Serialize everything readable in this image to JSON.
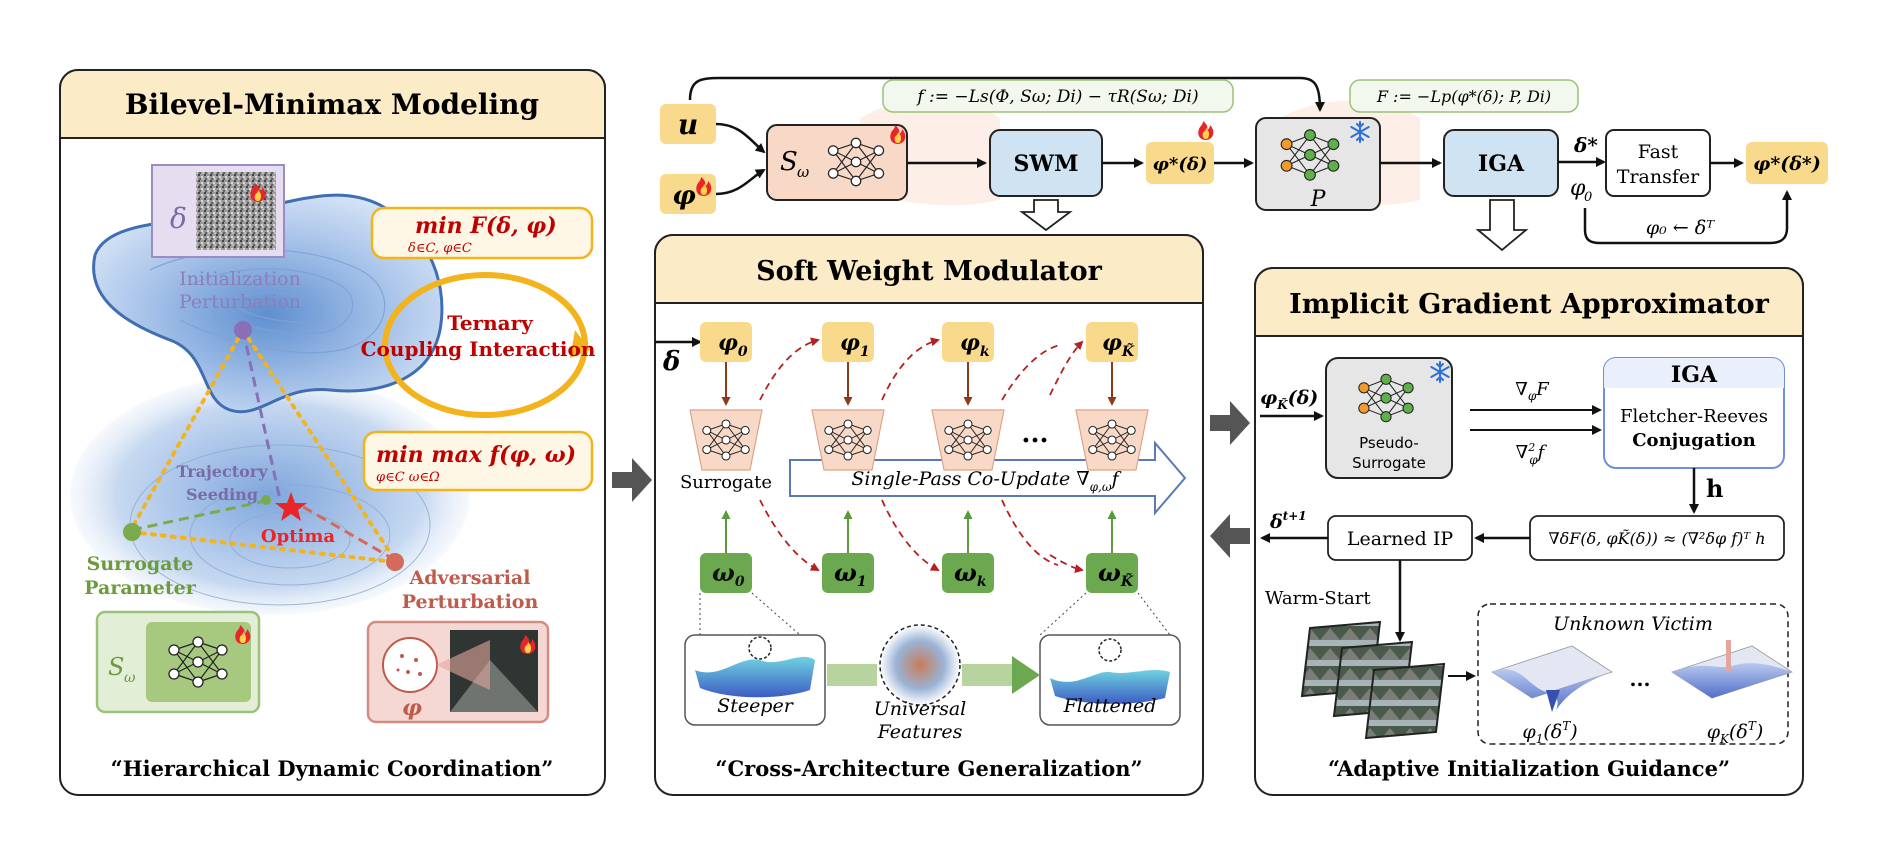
{
  "panels": {
    "left": {
      "title": "Bilevel-Minimax Modeling",
      "caption": "“Hierarchical Dynamic Coordination”",
      "delta_symbol": "δ",
      "init_label_1": "Initialization",
      "init_label_2": "Perturbation",
      "upper_objective": "min F(δ, φ)",
      "upper_objective_sub": "δ∈C, φ∈C",
      "coupling_1": "Ternary",
      "coupling_2": "Coupling Interaction",
      "lower_objective": "min  max  f(φ, ω)",
      "lower_objective_sub": "φ∈C    ω∈Ω",
      "trajectory_1": "Trajectory",
      "trajectory_2": "Seeding",
      "optima": "Optima",
      "surrogate_1": "Surrogate",
      "surrogate_2": "Parameter",
      "adversarial_1": "Adversarial",
      "adversarial_2": "Perturbation",
      "s_omega": "S",
      "s_omega_sub": "ω",
      "phi_symbol": "φ"
    },
    "middle": {
      "title": "Soft Weight Modulator",
      "caption": "“Cross-Architecture Generalization”",
      "delta_in": "δ",
      "phis": [
        "φ",
        "φ",
        "φ",
        "φ"
      ],
      "phi_subs": [
        "0",
        "1",
        "k",
        "K̃"
      ],
      "omegas": [
        "ω",
        "ω",
        "ω",
        "ω"
      ],
      "omega_subs": [
        "0",
        "1",
        "k",
        "K̃"
      ],
      "ellipsis": "...",
      "surrogate_label": "Surrogate",
      "co_update": "Single-Pass Co-Update ∇",
      "co_update_sub": "φ,ω",
      "co_update_f": "f",
      "steeper": "Steeper",
      "universal_1": "Universal",
      "universal_2": "Features",
      "flattened": "Flattened"
    },
    "right": {
      "title": "Implicit Gradient Approximator",
      "caption": "“Adaptive Initialization Guidance”",
      "phi_in": "φ",
      "phi_in_sub": "K̃",
      "phi_in_arg": "(δ)",
      "pseudo_1": "Pseudo-",
      "pseudo_2": "Surrogate",
      "grad_F": "∇",
      "grad_F_sub": "φ",
      "grad_F_f": "F",
      "hess_f": "∇",
      "hess_f_sup": "2",
      "hess_f_sub": "φ",
      "hess_f_f": "f",
      "iga_title": "IGA",
      "fletcher_1": "Fletcher-Reeves",
      "fletcher_2": "Conjugation",
      "h_symbol": "h",
      "approx_formula": "∇δF(δ, φK̃(δ)) ≈ (∇²δφ f)ᵀ h",
      "learned_ip": "Learned IP",
      "delta_next": "δ",
      "delta_next_sup": "t+1",
      "warm_start": "Warm-Start",
      "unknown_victim": "Unknown Victim",
      "victim_1": "φ",
      "victim_1_sub": "1",
      "victim_1_arg": "(δ",
      "victim_1_sup": "T",
      "victim_k": "φ",
      "victim_k_sub": "K",
      "victim_k_arg": "(δ",
      "victim_k_sup": "T",
      "victim_ellipsis": "..."
    }
  },
  "top": {
    "u_symbol": "u",
    "phi_symbol": "φ",
    "s_omega": "S",
    "s_omega_sub": "ω",
    "swm": "SWM",
    "phi_star": "φ*(δ)",
    "p_symbol": "P",
    "iga": "IGA",
    "delta_star": "δ*",
    "phi0": "φ",
    "phi0_sub": "0",
    "fast_1": "Fast",
    "fast_2": "Transfer",
    "phi_star_delta_star": "φ*(δ*)",
    "reset": "φ₀ ← δᵀ",
    "f_def": "f := −Ls(Φ, Sω; Di) − τR(Sω; Di)",
    "F_def": "F := −Lp(φ*(δ); P, Di)"
  },
  "colors": {
    "panel_header": "#FCEBC7",
    "yellow_node": "#F9D98B",
    "blue_node": "#CFE3F2",
    "green_node": "#6BA84F",
    "salmon_node": "#F8D9C8",
    "gray_node": "#E6E6E6",
    "coupling_red": "#C00000",
    "gold": "#F2B31C"
  },
  "icons": [
    "fire-icon",
    "snowflake-icon",
    "neural-net-icon",
    "star-icon"
  ]
}
